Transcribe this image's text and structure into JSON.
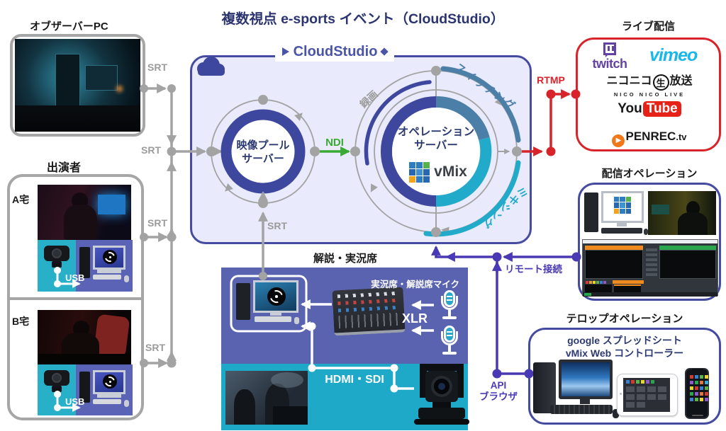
{
  "palette": {
    "navy": "#3d479e",
    "box_border": "#444ba0",
    "cloud_fill": "#e9eafb",
    "line_gray": "#a3a3a3",
    "label_gray": "#9b9b9b",
    "green": "#3aaa35",
    "red": "#d9232a",
    "purple": "#4a39b4",
    "panel_purple": "#5a63b0",
    "panel_teal": "#1fa9c9",
    "steel_blue": "#4c7fa8",
    "cyan": "#21aac9",
    "twitch_purple": "#6441a4",
    "vimeo_blue": "#1ab7ea",
    "youtube_red": "#e62117",
    "openrec_orange": "#f07818",
    "vmix_blue": "#2e7dc0",
    "vmix_green": "#55b24b",
    "vmix_orange": "#f3a21c"
  },
  "title": "複数視点 e-sports イベント（CloudStudio）",
  "observer": {
    "label": "オブザーバーPC"
  },
  "performers": {
    "label": "出演者",
    "home_a": "A宅",
    "home_b": "B宅"
  },
  "protocols": {
    "srt": "SRT",
    "ndi": "NDI",
    "rtmp": "RTMP",
    "xlr": "XLR",
    "hdmi_sdi": "HDMI・SDI",
    "usb": "USB"
  },
  "cloud": {
    "name": "CloudStudio",
    "pool_line1": "映像プール",
    "pool_line2": "サーバー",
    "ops_line1": "オペレーション",
    "ops_line2": "サーバー",
    "vmix": "vMix",
    "rec": "録画",
    "switching": "スイッチング",
    "mixing": "ミキシング"
  },
  "live": {
    "label": "ライブ配信",
    "twitch": "twitch",
    "vimeo": "vimeo",
    "nico_prefix": "ニコニコ",
    "nico_circle": "生",
    "nico_suffix": "放送",
    "nico_sub": "NICO NICO LIVE",
    "youtube_you": "You",
    "youtube_tube": "Tube",
    "openrec_text": "PENREC",
    "openrec_tv": ".tv"
  },
  "streaming_op": {
    "label": "配信オペレーション"
  },
  "remote": {
    "label": "リモート接続",
    "api_line1": "API",
    "api_line2": "ブラウザ"
  },
  "telop": {
    "label": "テロップオペレーション",
    "line1": "google スプレッドシート",
    "line2": "vMix Web コントローラー"
  },
  "commentary": {
    "label": "解説・実況席",
    "mic_label": "実況席・解説席マイク"
  }
}
